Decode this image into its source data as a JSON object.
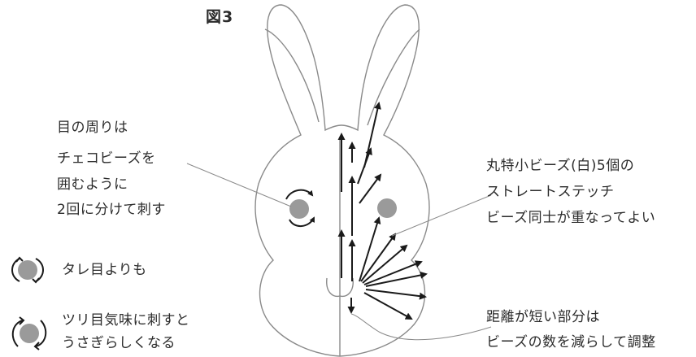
{
  "figure_label": "図3",
  "annotations": {
    "eye_surround": [
      "目の周りは",
      "チェコビーズを",
      "囲むように",
      "2回に分けて刺す"
    ],
    "small_beads": [
      "丸特小ビーズ(白)5個の",
      "ストレートステッチ",
      "ビーズ同士が重なってよい"
    ],
    "short_distance": [
      "距離が短い部分は",
      "ビーズの数を減らして調整"
    ],
    "droopy_eye": [
      "タレ目よりも"
    ],
    "upturned_eye": [
      "ツリ目気味に刺すと",
      "うさぎらしくなる"
    ]
  },
  "colors": {
    "outline": "#8a8a8a",
    "bead": "#9a9a9a",
    "arrow": "#1a1a1a",
    "text": "#2b2b2b"
  }
}
